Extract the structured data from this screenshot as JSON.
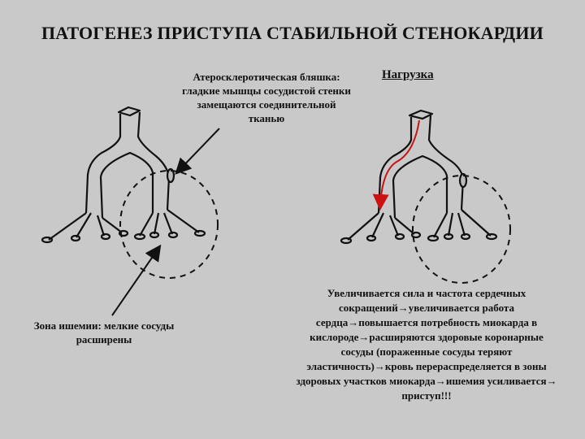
{
  "title": "ПАТОГЕНЕЗ ПРИСТУПА СТАБИЛЬНОЙ СТЕНОКАРДИИ",
  "load_title": "Нагрузка",
  "plaque_label": "Атеросклеротическая бляшка: гладкие мышцы сосудистой стенки замещаются соединительной тканью",
  "ischemia_label": "Зона ишемии: мелкие сосуды расширены",
  "explanation": "Увеличивается сила и частота сердечных сокращений→увеличивается работа сердца→повышается потребность миокарда в кислороде→расширяются здоровые коронарные сосуды (пораженные сосуды теряют эластичность)→кровь перераспределяется в зоны здоровых участков миокарда→ишемия усиливается→ приступ!!!",
  "colors": {
    "background": "#c9c9c9",
    "flow_arrow": "#cc1111",
    "watermark": "#8cdcaa"
  }
}
